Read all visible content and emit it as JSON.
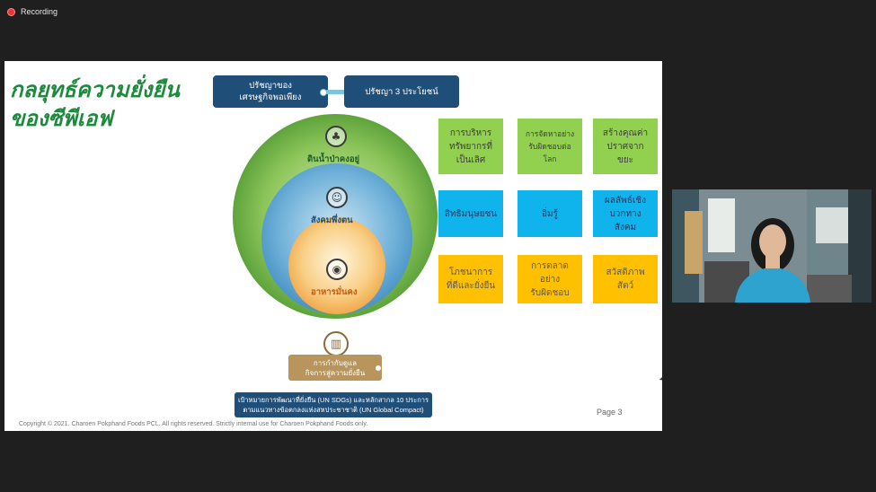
{
  "recording": {
    "label": "Recording"
  },
  "slide": {
    "title_line1": "กลยุทธ์ความยั่งยืน",
    "title_line2": "ของซีพีเอฟ",
    "pill_left": "ปรัชญาของ\nเศรษฐกิจพอเพียง",
    "pill_right": "ปรัชญา 3 ประโยชน์",
    "circle_outer": "ดินน้ำป่าคงอยู่",
    "circle_middle": "สังคมพึ่งตน",
    "circle_inner": "อาหารมั่นคง",
    "tiles": [
      {
        "text": "การบริหาร\nทรัพยากรที่\nเป็นเลิศ"
      },
      {
        "text": "การจัดหาอย่าง\nรับผิดชอบต่อ\nโลก"
      },
      {
        "text": "สร้างคุณค่า\nปราศจาก\nขยะ"
      },
      {
        "text": "สิทธิมนุษยชน"
      },
      {
        "text": "อิ่มรู้"
      },
      {
        "text": "ผลลัพธ์เชิง\nบวกทาง\nสังคม"
      },
      {
        "text": "โภชนาการ\nที่ดีและยั่งยืน"
      },
      {
        "text": "การตลาด\nอย่าง\nรับผิดชอบ"
      },
      {
        "text": "สวัสดิภาพ\nสัตว์"
      }
    ],
    "governance": "การกำกับดูแล\nกิจการสู่ความยั่งยืน",
    "bottom_line1": "เป้าหมายการพัฒนาที่ยั่งยืน (UN SDGs) และหลักสากล 10 ประการ",
    "bottom_line2": "ตามแนวทางข้อตกลงแห่งสหประชาชาติ (UN Global Compact)",
    "page": "Page 3",
    "copyright": "Copyright © 2021. Charoen Pokphand Foods PCL. All rights reserved. Strictly internal use for Charoen Pokphand Foods only."
  },
  "icons": [
    "recording-dot-icon",
    "tree-icon",
    "people-icon",
    "food-plate-icon",
    "building-icon"
  ],
  "colors": {
    "green": "#92d050",
    "blue": "#0fb4ec",
    "yellow": "#ffc000",
    "navy": "#1f4e79",
    "title_green": "#1e8a3e"
  }
}
